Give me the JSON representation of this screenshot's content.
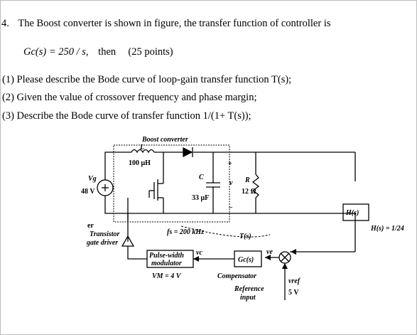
{
  "question": {
    "number": "4.",
    "text": "The Boost converter is shown in figure, the transfer function of controller is",
    "controller_tf": "Gc(s) = 250 / s",
    "then": "then",
    "points": "(25 points)"
  },
  "subquestions": [
    "(1) Please describe the Bode curve of loop-gain transfer function T(s);",
    "(2) Given the value of crossover frequency and phase margin;",
    "(3) Describe the Bode curve of transfer function 1/(1+ T(s));"
  ],
  "figure": {
    "title": "Boost converter",
    "inductor_symbol": "L",
    "inductor_value": "100 μH",
    "source_symbol": "Vg",
    "source_value": "48 V",
    "cap_symbol": "C",
    "cap_value": "33 μF",
    "v_symbol": "v",
    "plus": "+",
    "minus": "–",
    "res_symbol": "R",
    "res_value": "12 Ω",
    "h_block": "H(s)",
    "h_eq": "H(s) = 1/24",
    "err_fragment": "er",
    "driver_label_1": "Transistor",
    "driver_label_2": "gate driver",
    "freq_label": "fs = 200 kHz",
    "t_label": "T(s)",
    "pwm_1": "Pulse-width",
    "pwm_2": "modulator",
    "vm_label": "VM = 4 V",
    "vc_label": "vc",
    "gc_block": "Gc(s)",
    "ve_label": "ve",
    "compensator": "Compensator",
    "ref_1": "Reference",
    "ref_2": "input",
    "vref_label": "vref",
    "vref_value": "5 V"
  }
}
